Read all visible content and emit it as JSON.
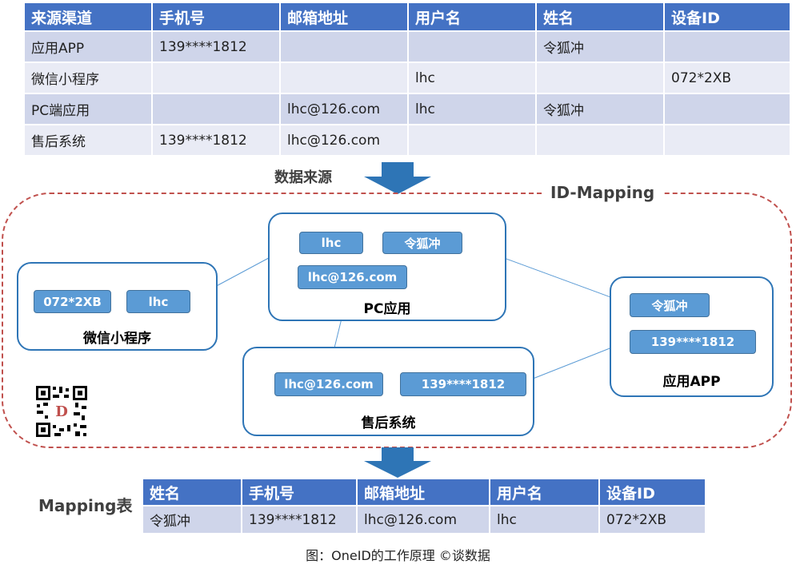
{
  "source_table": {
    "headers": [
      "来源渠道",
      "手机号",
      "邮箱地址",
      "用户名",
      "姓名",
      "设备ID"
    ],
    "rows": [
      [
        "应用APP",
        "139****1812",
        "",
        "",
        "令狐冲",
        ""
      ],
      [
        "微信小程序",
        "",
        "",
        "lhc",
        "",
        "072*2XB"
      ],
      [
        "PC端应用",
        "",
        "lhc@126.com",
        "lhc",
        "令狐冲",
        ""
      ],
      [
        "售后系统",
        "139****1812",
        "lhc@126.com",
        "",
        "",
        ""
      ]
    ]
  },
  "data_source_label": "数据来源",
  "id_mapping_title": "ID-Mapping",
  "groups": {
    "wechat": {
      "label": "微信小程序",
      "chips": [
        "072*2XB",
        "lhc"
      ]
    },
    "pc": {
      "label": "PC应用",
      "chips": [
        "lhc",
        "令狐冲",
        "lhc@126.com"
      ]
    },
    "after_sales": {
      "label": "售后系统",
      "chips": [
        "lhc@126.com",
        "139****1812"
      ]
    },
    "app": {
      "label": "应用APP",
      "chips": [
        "令狐冲",
        "139****1812"
      ]
    }
  },
  "qr_code": {
    "icon": "qr-code-icon",
    "letter": "D"
  },
  "mapping_label": "Mapping表",
  "mapping_table": {
    "headers": [
      "姓名",
      "手机号",
      "邮箱地址",
      "用户名",
      "设备ID"
    ],
    "row": [
      "令狐冲",
      "139****1812",
      "lhc@126.com",
      "lhc",
      "072*2XB"
    ]
  },
  "caption": "图：OneID的工作原理 ©谈数据",
  "colors": {
    "header_blue": "#4472c4",
    "chip_blue": "#5b9bd5",
    "box_border": "#2e75b6",
    "dashed_red": "#c0504d",
    "row_light": "#cfd5ea",
    "row_lighter": "#e9ebf5"
  }
}
